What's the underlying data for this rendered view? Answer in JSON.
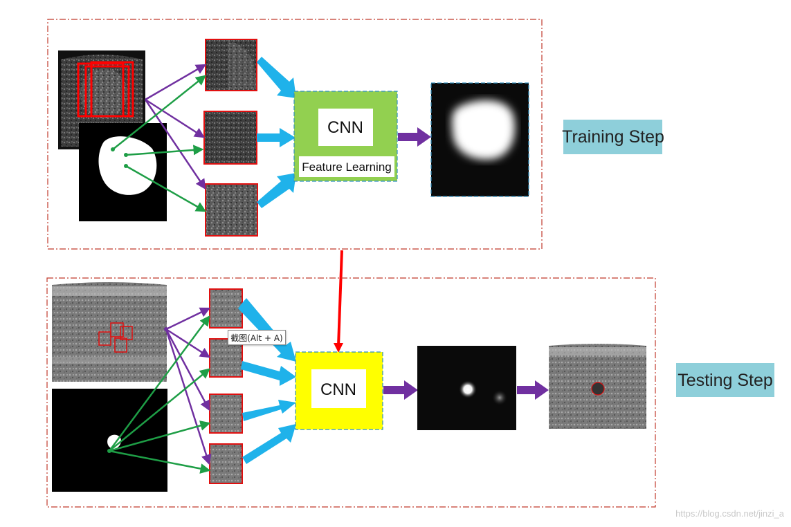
{
  "training": {
    "cnn_label": "CNN",
    "feature_label": "Feature Learning",
    "step_label": "Training Step"
  },
  "testing": {
    "cnn_label": "CNN",
    "step_label": "Testing Step"
  },
  "tooltip": "截图(Alt + A)",
  "watermark": "https://blog.csdn.net/jinzi_a",
  "colors": {
    "frame_border": "#c0392b",
    "patch_border": "#e01010",
    "blue_arrow": "#1fb2ea",
    "purple_arrow": "#7030a0",
    "green_arrow": "#1e9e46",
    "red_arrow": "#ff0000",
    "train_cnn_fill": "#92d050",
    "test_cnn_fill": "#ffff00",
    "step_label_bg": "#8ecfda",
    "dashed_blue": "#2f8fbf"
  }
}
